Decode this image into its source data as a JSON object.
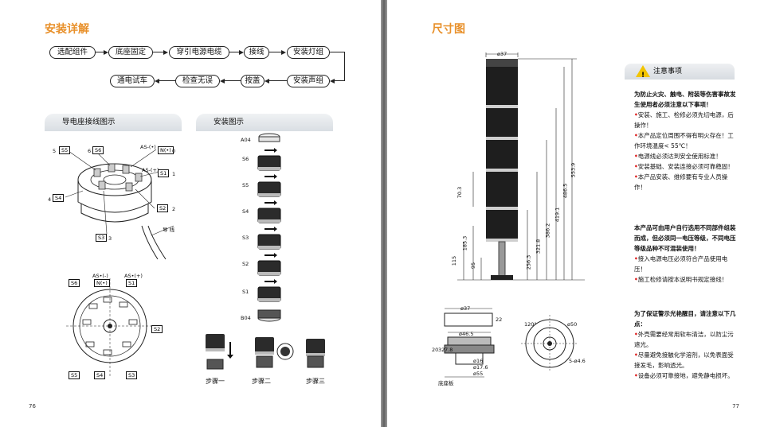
{
  "left": {
    "title": "安装详解",
    "flow_top": [
      "选配组件",
      "底座固定",
      "穿引电源电缆",
      "接线",
      "安装灯组"
    ],
    "flow_bottom": [
      "通电试车",
      "检查无误",
      "按盖",
      "安装声组"
    ],
    "tab_wiring": "导电座接线图示",
    "tab_install": "安装图示",
    "wiring_labels": {
      "s5": "S5",
      "s6": "S6",
      "as_minus": "AS-(•)",
      "n_minus": "N(•)",
      "zero": "0",
      "as_plus": "AS-(+)",
      "s1": "S1",
      "one": "1",
      "s4": "S4",
      "four": "4",
      "s2": "S2",
      "two": "2",
      "s3": "S3",
      "three": "3",
      "five": "5",
      "six": "6",
      "wire": "导 线"
    },
    "bottom_labels": {
      "s6": "S6",
      "as_m": "AS•(-)",
      "n": "N(•)",
      "as_p": "AS•(+)",
      "s1": "S1",
      "s2": "S2",
      "s5": "S5",
      "s4": "S4",
      "s3": "S3"
    },
    "stack_labels": [
      "A04",
      "S6",
      "S5",
      "S4",
      "S3",
      "S2",
      "S1",
      "B04"
    ],
    "steps": [
      "步骤一",
      "步骤二",
      "步骤三"
    ],
    "page_number": "76"
  },
  "right": {
    "title": "尺寸图",
    "dims": {
      "top_dia": "ø37",
      "d1": "553.9",
      "d2": "486.5",
      "d3": "419.1",
      "d4": "386.2",
      "d5": "321.8",
      "d6": "256.3",
      "d7": "185.3",
      "d8": "115",
      "d9": "95",
      "d10": "70.3"
    },
    "base_dims": {
      "dia": "ø37",
      "dia2": "ø46.5",
      "h1": "22",
      "h2": "20",
      "h3": "32",
      "h4": "7.8",
      "r1": "ø16",
      "r2": "ø17.6",
      "r3": "ø55",
      "base_lbl": "底座板",
      "top_dia": "ø50",
      "screw": "5-ø4.6",
      "ang": "120°"
    },
    "notice_title": "注意事项",
    "note_groups": [
      {
        "head": "为防止火灾、触电、附装等伤害事故发生使用者必须注意以下事项！",
        "items": [
          "安装、施工、检修必须先切电源，后操作！",
          "本产品定位周围不得有明火存在！工作环境温度< 55℃！",
          "电源线必须达到安全使用标准！",
          "安装基础、安装连接必须可靠稳固！",
          "本产品安装、维修要有专业人员操作！"
        ]
      },
      {
        "head": "本产品可由用户自行选用不同部件组装而成，但必须同一电压等级，不同电压等级品种不可混装使用！",
        "items": [
          "接入电源电压必须符合产品使用电压！",
          "施工检修请按本说明书规定接线！"
        ]
      },
      {
        "head": "为了保证警示光艳醒目，请注意以下几点：",
        "items": [
          "外壳需要经常用软布清洁，以防尘污遮光。",
          "尽量避免接触化学溶剂，以免表面受接发毛，影响透光。",
          "设备必须可靠接地，避免静电损坏。"
        ]
      }
    ],
    "page_number": "77"
  }
}
